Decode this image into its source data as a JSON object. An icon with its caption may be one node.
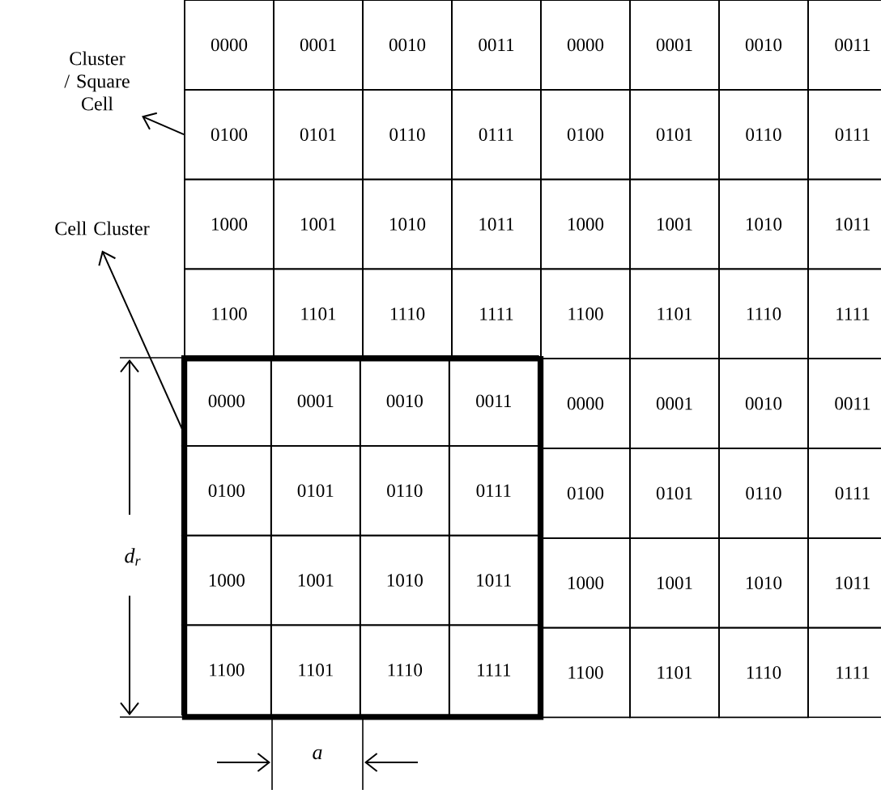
{
  "diagram": {
    "nodes": [
      {
        "text": [
          "Cluster / Square Cell"
        ]
      },
      {
        "text": [
          "Cell Cluster"
        ]
      },
      {
        "text": [
          "0000"
        ]
      },
      {
        "text": [
          "0001"
        ]
      },
      {
        "text": [
          "0010"
        ]
      },
      {
        "text": [
          "0011"
        ]
      },
      {
        "text": [
          "0000"
        ]
      },
      {
        "text": [
          "0001"
        ]
      },
      {
        "text": [
          "0010"
        ]
      },
      {
        "text": [
          "0011"
        ]
      },
      {
        "text": [
          "0100"
        ]
      },
      {
        "text": [
          "0101"
        ]
      },
      {
        "text": [
          "0110"
        ]
      },
      {
        "text": [
          "0111"
        ]
      },
      {
        "text": [
          "0100"
        ]
      },
      {
        "text": [
          "0101"
        ]
      },
      {
        "text": [
          "0110"
        ]
      },
      {
        "text": [
          "0111"
        ]
      },
      {
        "text": [
          "1000"
        ]
      },
      {
        "text": [
          "1001"
        ]
      },
      {
        "text": [
          "1010"
        ]
      },
      {
        "text": [
          "1011"
        ]
      },
      {
        "text": [
          "1000"
        ]
      },
      {
        "text": [
          "1001"
        ]
      },
      {
        "text": [
          "1010"
        ]
      },
      {
        "text": [
          "1011"
        ]
      },
      {
        "text": [
          "1100"
        ]
      },
      {
        "text": [
          "1101"
        ]
      },
      {
        "text": [
          "1110"
        ]
      },
      {
        "text": [
          "1111"
        ]
      },
      {
        "text": [
          "1100"
        ]
      },
      {
        "text": [
          "1101"
        ]
      },
      {
        "text": [
          "1110"
        ]
      },
      {
        "text": [
          "1111"
        ]
      },
      {
        "text": [],
        "shape": "box"
      },
      {
        "text": [
          "0000"
        ],
        "in": 34
      },
      {
        "text": [
          "0001"
        ],
        "in": 34
      },
      {
        "text": [
          "0010"
        ],
        "in": 34
      },
      {
        "text": [
          "0011"
        ],
        "in": 34
      },
      {
        "text": [
          "0000"
        ]
      },
      {
        "text": [
          "0001"
        ]
      },
      {
        "text": [
          "0010"
        ]
      },
      {
        "text": [
          "0011"
        ]
      },
      {
        "text": [
          "0100"
        ],
        "in": 34
      },
      {
        "text": [
          "0101"
        ],
        "in": 34
      },
      {
        "text": [
          "0110"
        ],
        "in": 34
      },
      {
        "text": [
          "0111"
        ],
        "in": 34
      },
      {
        "text": [
          "0100"
        ]
      },
      {
        "text": [
          "0101"
        ]
      },
      {
        "text": [
          "0110"
        ]
      },
      {
        "text": [
          "0111"
        ]
      },
      {
        "text": [
          "1000"
        ],
        "in": 34
      },
      {
        "text": [
          "1001"
        ],
        "in": 34
      },
      {
        "text": [
          "1010"
        ],
        "in": 34
      },
      {
        "text": [
          "1011"
        ],
        "in": 34
      },
      {
        "text": [
          "1000"
        ]
      },
      {
        "text": [
          "1001"
        ]
      },
      {
        "text": [
          "1010"
        ]
      },
      {
        "text": [
          "1011"
        ]
      },
      {
        "text": [
          "1100"
        ],
        "in": 34
      },
      {
        "text": [
          "1101"
        ],
        "in": 34
      },
      {
        "text": [
          "1110"
        ],
        "in": 34
      },
      {
        "text": [
          "1111"
        ],
        "in": 34
      },
      {
        "text": [
          "1100"
        ]
      },
      {
        "text": [
          "1101"
        ]
      },
      {
        "text": [
          "1110"
        ]
      },
      {
        "text": [
          "1111"
        ]
      }
    ],
    "edges": [
      {
        "from": 10,
        "to": 0,
        "arrow": "to"
      },
      {
        "from": 34,
        "to": 1,
        "arrow": "to"
      }
    ],
    "labels": [
      "d$_{r}$",
      "a"
    ]
  }
}
